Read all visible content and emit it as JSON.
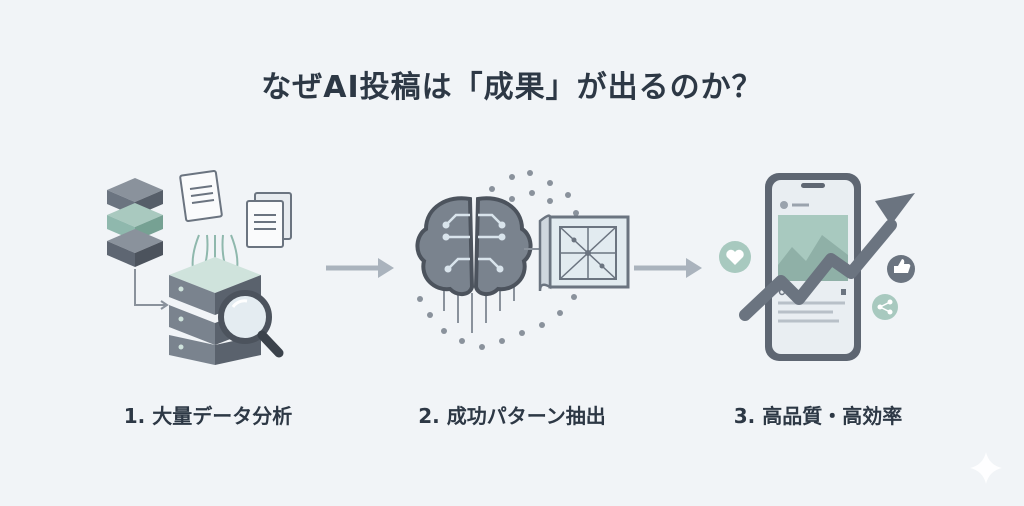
{
  "title": "なぜAI投稿は「成果」が出るのか？",
  "steps": [
    {
      "label": "1. 大量データ分析",
      "icon": "database-analysis-icon"
    },
    {
      "label": "2. 成功パターン抽出",
      "icon": "brain-pattern-icon"
    },
    {
      "label": "3. 高品質・高効率",
      "icon": "smartphone-growth-icon"
    }
  ],
  "colors": {
    "background": "#f1f4f7",
    "text": "#2d3845",
    "gray": "#6b7480",
    "teal": "#8fb8ad",
    "arrow": "#aab3bd"
  }
}
